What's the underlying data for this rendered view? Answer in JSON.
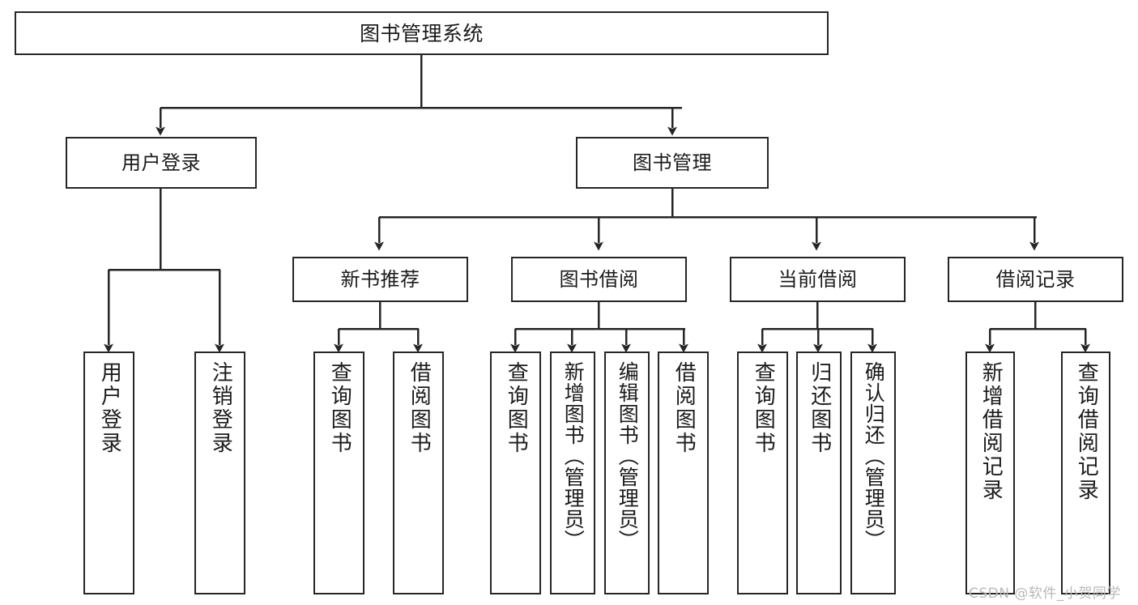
{
  "diagram": {
    "type": "tree-hierarchy",
    "title": "图书管理系统",
    "watermark": "CSDN @软件_小贺同学",
    "colors": {
      "stroke": "#262626",
      "fill": "#ffffff",
      "text": "#1b1b1b",
      "watermark": "#b9b9b9"
    },
    "levels": [
      {
        "level": 1,
        "nodes": [
          {
            "id": "root",
            "label": "图书管理系统",
            "orientation": "horizontal"
          }
        ]
      },
      {
        "level": 2,
        "nodes": [
          {
            "id": "l2-0",
            "label": "用户登录",
            "orientation": "horizontal",
            "parent": "root"
          },
          {
            "id": "l2-1",
            "label": "图书管理",
            "orientation": "horizontal",
            "parent": "root"
          }
        ]
      },
      {
        "level": 3,
        "nodes": [
          {
            "id": "l3-0",
            "label": "新书推荐",
            "orientation": "horizontal",
            "parent": "l2-1"
          },
          {
            "id": "l3-1",
            "label": "图书借阅",
            "orientation": "horizontal",
            "parent": "l2-1"
          },
          {
            "id": "l3-2",
            "label": "当前借阅",
            "orientation": "horizontal",
            "parent": "l2-1"
          },
          {
            "id": "l3-3",
            "label": "借阅记录",
            "orientation": "horizontal",
            "parent": "l2-1"
          }
        ]
      },
      {
        "level": 4,
        "nodes": [
          {
            "id": "l4-0",
            "label": "用户登录",
            "orientation": "vertical",
            "parent": "l2-0"
          },
          {
            "id": "l4-1",
            "label": "注销登录",
            "orientation": "vertical",
            "parent": "l2-0"
          },
          {
            "id": "l4-2",
            "label": "查询图书",
            "orientation": "vertical",
            "parent": "l3-0"
          },
          {
            "id": "l4-3",
            "label": "借阅图书",
            "orientation": "vertical",
            "parent": "l3-0"
          },
          {
            "id": "l4-4",
            "label": "查询图书",
            "orientation": "vertical",
            "parent": "l3-1"
          },
          {
            "id": "l4-5",
            "label": "新增图书（管理员）",
            "orientation": "vertical",
            "parent": "l3-1"
          },
          {
            "id": "l4-6",
            "label": "编辑图书（管理员）",
            "orientation": "vertical",
            "parent": "l3-1"
          },
          {
            "id": "l4-7",
            "label": "借阅图书",
            "orientation": "vertical",
            "parent": "l3-1"
          },
          {
            "id": "l4-8",
            "label": "查询图书",
            "orientation": "vertical",
            "parent": "l3-2"
          },
          {
            "id": "l4-9",
            "label": "归还图书",
            "orientation": "vertical",
            "parent": "l3-2"
          },
          {
            "id": "l4-10",
            "label": "确认归还（管理员）",
            "orientation": "vertical",
            "parent": "l3-2"
          },
          {
            "id": "l4-11",
            "label": "新增借阅记录",
            "orientation": "vertical",
            "parent": "l3-3"
          },
          {
            "id": "l4-12",
            "label": "查询借阅记录",
            "orientation": "vertical",
            "parent": "l3-3"
          }
        ]
      }
    ]
  }
}
